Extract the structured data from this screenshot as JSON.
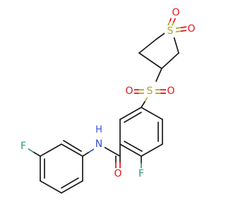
{
  "molecule": {
    "atoms": {
      "sulfone_ring": {
        "S": "S",
        "O1": "O",
        "O2": "O"
      },
      "sulfonyl": {
        "S": "S",
        "O1": "O",
        "O2": "O"
      },
      "amide": {
        "N": "N",
        "H": "H",
        "O": "O"
      },
      "fluorines": {
        "F_benzamide": "F",
        "F_phenyl": "F"
      }
    }
  }
}
